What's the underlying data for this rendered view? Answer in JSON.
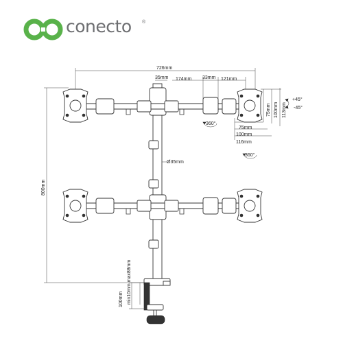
{
  "brand": {
    "name": "conecto",
    "mark": "®",
    "colors": {
      "primary": "#59b24a",
      "text": "#6d6e71"
    }
  },
  "dimensions": {
    "total_width": "726mm",
    "pole_offset": "35mm",
    "arm_segment": "174mm",
    "joint_width": "33mm",
    "plate_offset": "121mm",
    "total_height": "800mm",
    "pole_diameter": "Ø35mm",
    "vesa_h_75": "75mm",
    "vesa_h_100": "100mm",
    "vesa_h_116": "116mm",
    "vesa_v_75": "75mm",
    "vesa_v_100": "100mm",
    "vesa_v_113": "113mm",
    "tilt_up": "+45°",
    "tilt_down": "-45°",
    "rotation_a": "360°",
    "rotation_b": "360°",
    "clamp_height": "100mm",
    "desk_thickness": "min10mm max88mm"
  }
}
